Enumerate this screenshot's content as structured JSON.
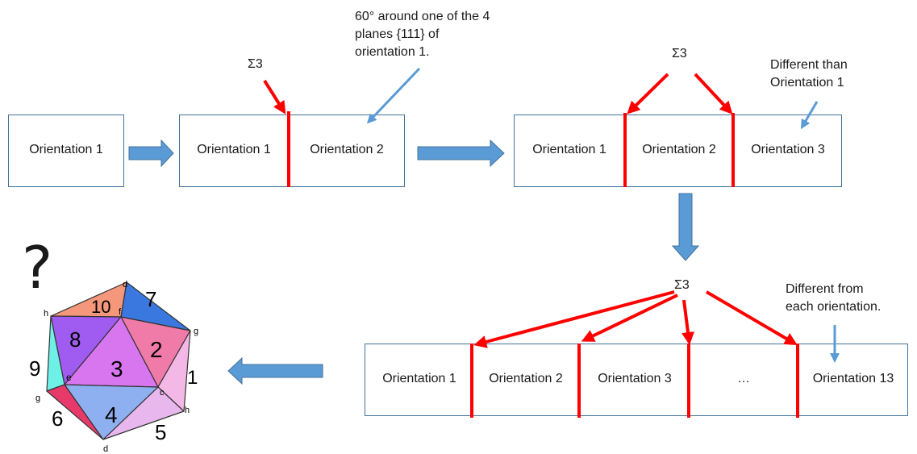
{
  "colors": {
    "box_border": "#41719c",
    "flow_arrow": "#5b9bd5",
    "boundary": "#ff0000",
    "note_arrow": "#5b9bd5"
  },
  "step1": {
    "label": "Orientation 1"
  },
  "step2": {
    "labels": [
      "Orientation 1",
      "Orientation 2"
    ],
    "sigma": "Σ3",
    "note": [
      "60° around one of the 4",
      "planes {111} of",
      "orientation 1."
    ]
  },
  "step3": {
    "labels": [
      "Orientation 1",
      "Orientation 2",
      "Orientation 3"
    ],
    "sigma": "Σ3",
    "note": [
      "Different than",
      "Orientation 1"
    ]
  },
  "step4": {
    "labels": [
      "Orientation 1",
      "Orientation 2",
      "Orientation 3",
      "…",
      "Orientation 13"
    ],
    "sigma": "Σ3",
    "note": [
      "Different from",
      "each orientation."
    ]
  },
  "icosahedron": {
    "question_mark": "?",
    "face_numbers": [
      "10",
      "7",
      "8",
      "2",
      "3",
      "9",
      "1",
      "4",
      "6",
      "5"
    ],
    "vertex_letters": [
      "d",
      "h",
      "f",
      "g",
      "e",
      "c",
      "g",
      "h",
      "d"
    ]
  }
}
